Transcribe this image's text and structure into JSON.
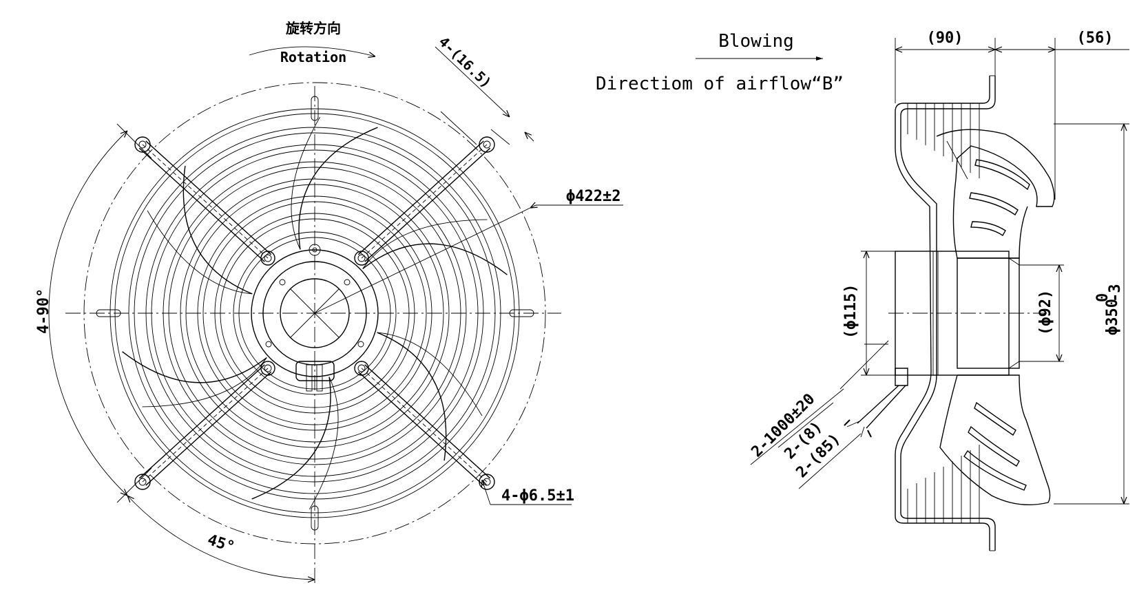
{
  "front_view": {
    "rotation_cn": "旋转方向",
    "rotation_en": "Rotation",
    "hole_spacing": "4-(16.5)",
    "outer_diameter": "ϕ422±2",
    "mount_angle": "4-90°",
    "bolt_holes": "4-ϕ6.5±1",
    "blade_angle": "45°"
  },
  "side_view": {
    "airflow_title": "Blowing",
    "airflow_desc": "Directiom of airflow“B”",
    "depth_guard": "(90)",
    "depth_blade": "(56)",
    "motor_diameter": "(ϕ115)",
    "hub_diameter": "(ϕ92)",
    "blade_diameter_main": "ϕ350",
    "blade_tol_upper": "0",
    "blade_tol_lower": "-3",
    "cable_length": "2-1000±20",
    "cable_a": "2-(8)",
    "cable_b": "2-(85)"
  }
}
